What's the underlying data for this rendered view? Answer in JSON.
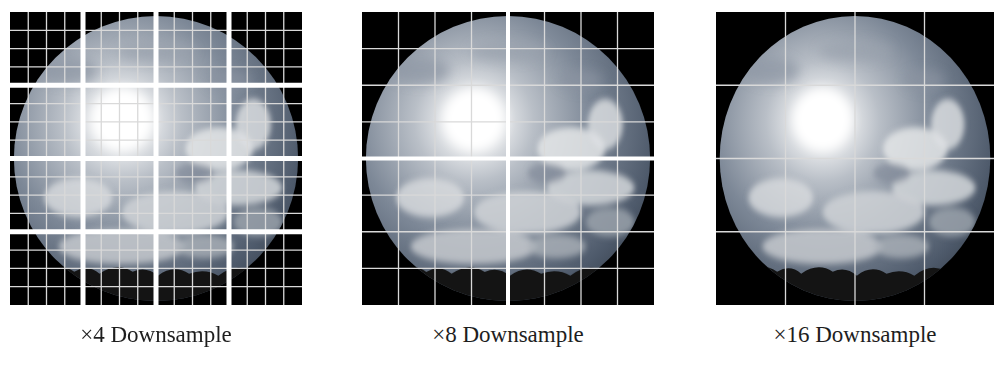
{
  "diagram": {
    "labels": [
      "×4 Downsample",
      "×8 Downsample",
      "×16 Downsample"
    ]
  }
}
